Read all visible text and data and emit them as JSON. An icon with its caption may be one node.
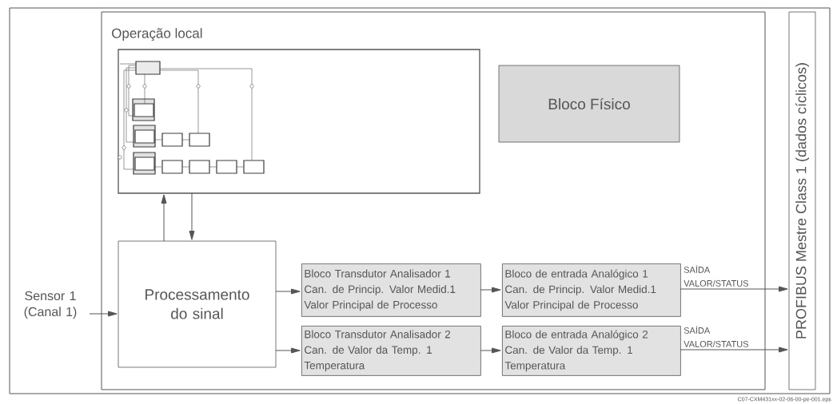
{
  "diagram": {
    "nodes": [
      {
        "text": [],
        "shape": "box"
      },
      {
        "text": [
          "Operação local"
        ],
        "in": 0
      },
      {
        "text": [],
        "shape": "picture",
        "in": 1
      },
      {
        "text": [
          "Bloco Físico"
        ],
        "in": 1
      },
      {
        "text": [
          "Processamento do sinal"
        ],
        "in": 1
      },
      {
        "text": [
          "Bloco Transdutor Analisador 1",
          "Can. de Princip. Valor Medid.1",
          "Valor Principal de Processo"
        ],
        "in": 1
      },
      {
        "text": [
          "Bloco de entrada Analógico 1",
          "Can. de Princip. Valor Medid.1",
          "Valor Principal de Processo"
        ],
        "in": 1
      },
      {
        "text": [
          "Bloco Transdutor Analisador 2",
          "Can. de Valor da Temp. 1",
          "Temperatura"
        ],
        "in": 1
      },
      {
        "text": [
          "Bloco de entrada Analógico 2",
          "Can. de Valor da Temp. 1",
          "Temperatura"
        ],
        "in": 1
      },
      {
        "text": [
          "PROFIBUS Mestre Class 1 (dados cíclicos)"
        ],
        "in": 0
      },
      {
        "text": [
          "Sensor 1 (Canal 1)"
        ],
        "in": 0
      }
    ],
    "edges": [
      {
        "from": 4,
        "to": 2,
        "arrow": "to"
      },
      {
        "from": 2,
        "to": 4,
        "arrow": "to"
      },
      {
        "from": 10,
        "to": 4,
        "arrow": "to"
      },
      {
        "from": 4,
        "to": 5,
        "arrow": "to"
      },
      {
        "from": 4,
        "to": 7,
        "arrow": "to"
      },
      {
        "from": 5,
        "to": 6,
        "arrow": "to"
      },
      {
        "from": 7,
        "to": 8,
        "arrow": "to"
      },
      {
        "from": 6,
        "to": 9,
        "arrow": "to",
        "label": "SAÍDA VALOR/STATUS"
      },
      {
        "from": 8,
        "to": 9,
        "arrow": "to",
        "label": "SAÍDA VALOR/STATUS"
      }
    ],
    "labels": [
      "C07-CXM431xx-02-06-00-pe-001.eps"
    ]
  }
}
